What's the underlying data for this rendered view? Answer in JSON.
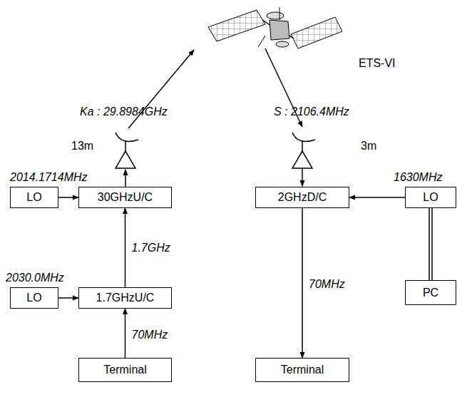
{
  "diagram": {
    "nodes": [
      {
        "text": [
          "LO"
        ]
      },
      {
        "text": [
          "30GHzU/C"
        ]
      },
      {
        "text": [
          "2GHzD/C"
        ]
      },
      {
        "text": [
          "LO"
        ]
      },
      {
        "text": [
          "LO"
        ]
      },
      {
        "text": [
          "1.7GHzU/C"
        ]
      },
      {
        "text": [
          "PC"
        ]
      },
      {
        "text": [
          "Terminal"
        ]
      },
      {
        "text": [
          "Terminal"
        ]
      }
    ],
    "edges": [
      {
        "from": 0,
        "to": 1,
        "arrow": "to"
      },
      {
        "from": 5,
        "to": 1,
        "label": "1.7GHz",
        "arrow": "to"
      },
      {
        "from": 4,
        "to": 5,
        "arrow": "to"
      },
      {
        "from": 7,
        "to": 5,
        "label": "70MHz",
        "arrow": "to"
      },
      {
        "from": 3,
        "to": 2,
        "arrow": "to"
      },
      {
        "from": 2,
        "to": 8,
        "label": "70MHz",
        "arrow": "to"
      },
      {
        "from": 3,
        "to": 6,
        "arrow": "none"
      }
    ],
    "labels": [
      "ETS-VI",
      "Ka : 29.8984GHz",
      "S : 2106.4MHz",
      "13m",
      "3m",
      "2014.1714MHz",
      "1630MHz",
      "2030.0MHz"
    ]
  }
}
